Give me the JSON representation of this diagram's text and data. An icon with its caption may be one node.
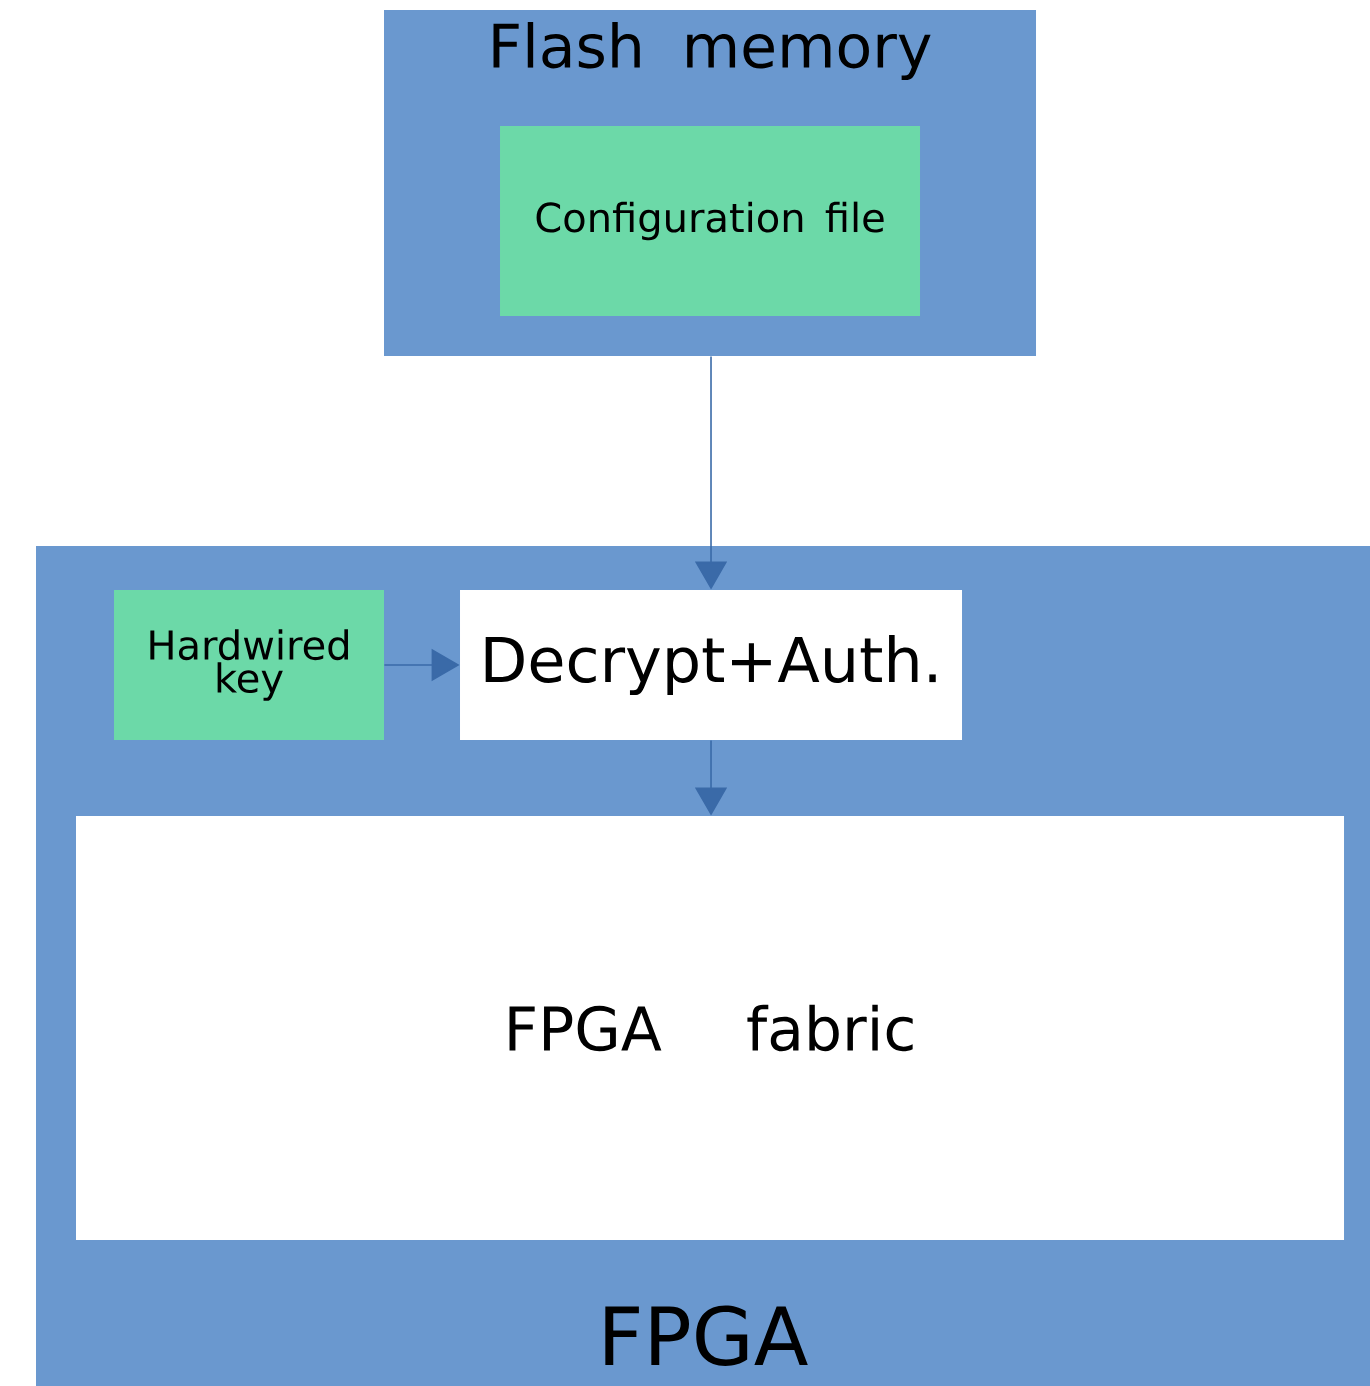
{
  "diagram": {
    "nodes": [
      {
        "text": [
          "Flash memory"
        ]
      },
      {
        "text": [
          "Configuration file"
        ],
        "in": 0
      },
      {
        "text": [
          "FPGA"
        ]
      },
      {
        "text": [
          "Hardwired key"
        ],
        "in": 2
      },
      {
        "text": [
          "Decrypt+Auth."
        ],
        "in": 2
      },
      {
        "text": [
          "FPGA fabric"
        ],
        "in": 2
      }
    ],
    "edges": [
      {
        "from": 0,
        "to": 4,
        "arrow": "to"
      },
      {
        "from": 3,
        "to": 4,
        "arrow": "to"
      },
      {
        "from": 4,
        "to": 5,
        "arrow": "to"
      }
    ]
  }
}
